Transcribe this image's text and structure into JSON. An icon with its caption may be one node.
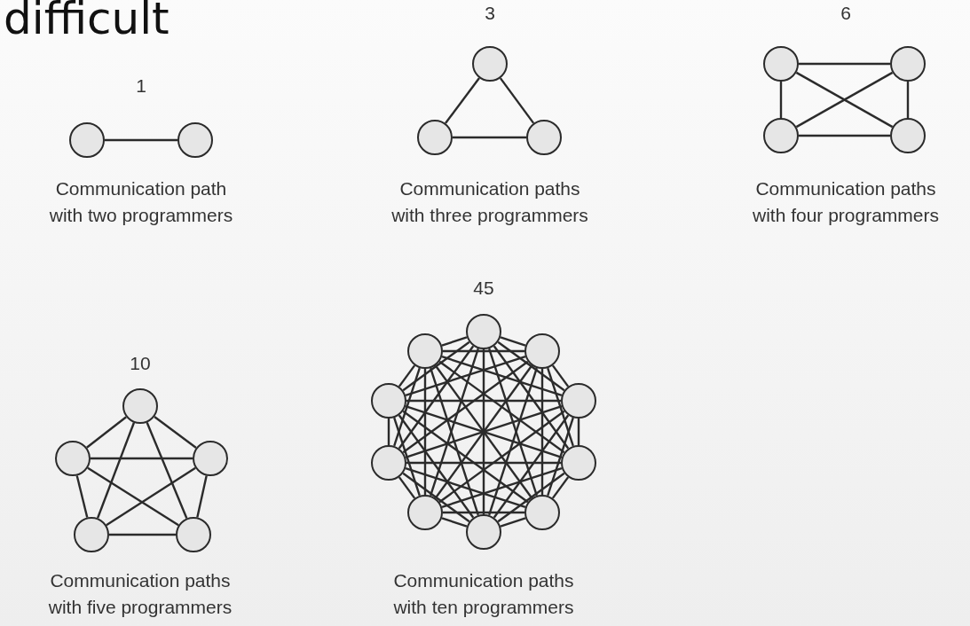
{
  "diagram": {
    "title": "difficult",
    "nodes": [
      {
        "text": [],
        "shape": "circle"
      },
      {
        "text": [],
        "shape": "circle"
      },
      {
        "text": [],
        "shape": "circle"
      },
      {
        "text": [],
        "shape": "circle"
      },
      {
        "text": [],
        "shape": "circle"
      },
      {
        "text": [],
        "shape": "circle"
      },
      {
        "text": [],
        "shape": "circle"
      },
      {
        "text": [],
        "shape": "circle"
      },
      {
        "text": [],
        "shape": "circle"
      },
      {
        "text": [],
        "shape": "circle"
      },
      {
        "text": [],
        "shape": "circle"
      },
      {
        "text": [],
        "shape": "circle"
      },
      {
        "text": [],
        "shape": "circle"
      },
      {
        "text": [],
        "shape": "circle"
      },
      {
        "text": [],
        "shape": "circle"
      },
      {
        "text": [],
        "shape": "circle"
      },
      {
        "text": [],
        "shape": "circle"
      },
      {
        "text": [],
        "shape": "circle"
      },
      {
        "text": [],
        "shape": "circle"
      },
      {
        "text": [],
        "shape": "circle"
      },
      {
        "text": [],
        "shape": "circle"
      },
      {
        "text": [],
        "shape": "circle"
      },
      {
        "text": [],
        "shape": "circle"
      },
      {
        "text": [],
        "shape": "circle"
      }
    ],
    "edges": [
      {
        "from": 0,
        "to": 1,
        "arrow": "none"
      },
      {
        "from": 2,
        "to": 3,
        "arrow": "none"
      },
      {
        "from": 2,
        "to": 4,
        "arrow": "none"
      },
      {
        "from": 3,
        "to": 4,
        "arrow": "none"
      },
      {
        "from": 5,
        "to": 6,
        "arrow": "none"
      },
      {
        "from": 5,
        "to": 7,
        "arrow": "none"
      },
      {
        "from": 5,
        "to": 8,
        "arrow": "none"
      },
      {
        "from": 6,
        "to": 7,
        "arrow": "none"
      },
      {
        "from": 6,
        "to": 8,
        "arrow": "none"
      },
      {
        "from": 7,
        "to": 8,
        "arrow": "none"
      },
      {
        "from": 9,
        "to": 10,
        "arrow": "none"
      },
      {
        "from": 9,
        "to": 11,
        "arrow": "none"
      },
      {
        "from": 9,
        "to": 12,
        "arrow": "none"
      },
      {
        "from": 9,
        "to": 13,
        "arrow": "none"
      },
      {
        "from": 10,
        "to": 11,
        "arrow": "none"
      },
      {
        "from": 10,
        "to": 12,
        "arrow": "none"
      },
      {
        "from": 10,
        "to": 13,
        "arrow": "none"
      },
      {
        "from": 11,
        "to": 12,
        "arrow": "none"
      },
      {
        "from": 11,
        "to": 13,
        "arrow": "none"
      },
      {
        "from": 12,
        "to": 13,
        "arrow": "none"
      },
      {
        "from": 14,
        "to": 15,
        "arrow": "none"
      },
      {
        "from": 14,
        "to": 16,
        "arrow": "none"
      },
      {
        "from": 14,
        "to": 17,
        "arrow": "none"
      },
      {
        "from": 14,
        "to": 18,
        "arrow": "none"
      },
      {
        "from": 14,
        "to": 19,
        "arrow": "none"
      },
      {
        "from": 14,
        "to": 20,
        "arrow": "none"
      },
      {
        "from": 14,
        "to": 21,
        "arrow": "none"
      },
      {
        "from": 14,
        "to": 22,
        "arrow": "none"
      },
      {
        "from": 14,
        "to": 23,
        "arrow": "none"
      },
      {
        "from": 15,
        "to": 16,
        "arrow": "none"
      },
      {
        "from": 15,
        "to": 17,
        "arrow": "none"
      },
      {
        "from": 15,
        "to": 18,
        "arrow": "none"
      },
      {
        "from": 15,
        "to": 19,
        "arrow": "none"
      },
      {
        "from": 15,
        "to": 20,
        "arrow": "none"
      },
      {
        "from": 15,
        "to": 21,
        "arrow": "none"
      },
      {
        "from": 15,
        "to": 22,
        "arrow": "none"
      },
      {
        "from": 15,
        "to": 23,
        "arrow": "none"
      },
      {
        "from": 16,
        "to": 17,
        "arrow": "none"
      },
      {
        "from": 16,
        "to": 18,
        "arrow": "none"
      },
      {
        "from": 16,
        "to": 19,
        "arrow": "none"
      },
      {
        "from": 16,
        "to": 20,
        "arrow": "none"
      },
      {
        "from": 16,
        "to": 21,
        "arrow": "none"
      },
      {
        "from": 16,
        "to": 22,
        "arrow": "none"
      },
      {
        "from": 16,
        "to": 23,
        "arrow": "none"
      },
      {
        "from": 17,
        "to": 18,
        "arrow": "none"
      },
      {
        "from": 17,
        "to": 19,
        "arrow": "none"
      },
      {
        "from": 17,
        "to": 20,
        "arrow": "none"
      },
      {
        "from": 17,
        "to": 21,
        "arrow": "none"
      },
      {
        "from": 17,
        "to": 22,
        "arrow": "none"
      },
      {
        "from": 17,
        "to": 23,
        "arrow": "none"
      },
      {
        "from": 18,
        "to": 19,
        "arrow": "none"
      },
      {
        "from": 18,
        "to": 20,
        "arrow": "none"
      },
      {
        "from": 18,
        "to": 21,
        "arrow": "none"
      },
      {
        "from": 18,
        "to": 22,
        "arrow": "none"
      },
      {
        "from": 18,
        "to": 23,
        "arrow": "none"
      },
      {
        "from": 19,
        "to": 20,
        "arrow": "none"
      },
      {
        "from": 19,
        "to": 21,
        "arrow": "none"
      },
      {
        "from": 19,
        "to": 22,
        "arrow": "none"
      },
      {
        "from": 19,
        "to": 23,
        "arrow": "none"
      },
      {
        "from": 20,
        "to": 21,
        "arrow": "none"
      },
      {
        "from": 20,
        "to": 22,
        "arrow": "none"
      },
      {
        "from": 20,
        "to": 23,
        "arrow": "none"
      },
      {
        "from": 21,
        "to": 22,
        "arrow": "none"
      },
      {
        "from": 21,
        "to": 23,
        "arrow": "none"
      },
      {
        "from": 22,
        "to": 23,
        "arrow": "none"
      }
    ],
    "labels": [
      "3",
      "6",
      "1",
      "Communication path with two programmers",
      "Communication paths with three programmers",
      "Communication paths with four programmers",
      "45",
      "10",
      "Communication paths with five programmers",
      "Communication paths with ten programmers"
    ]
  }
}
